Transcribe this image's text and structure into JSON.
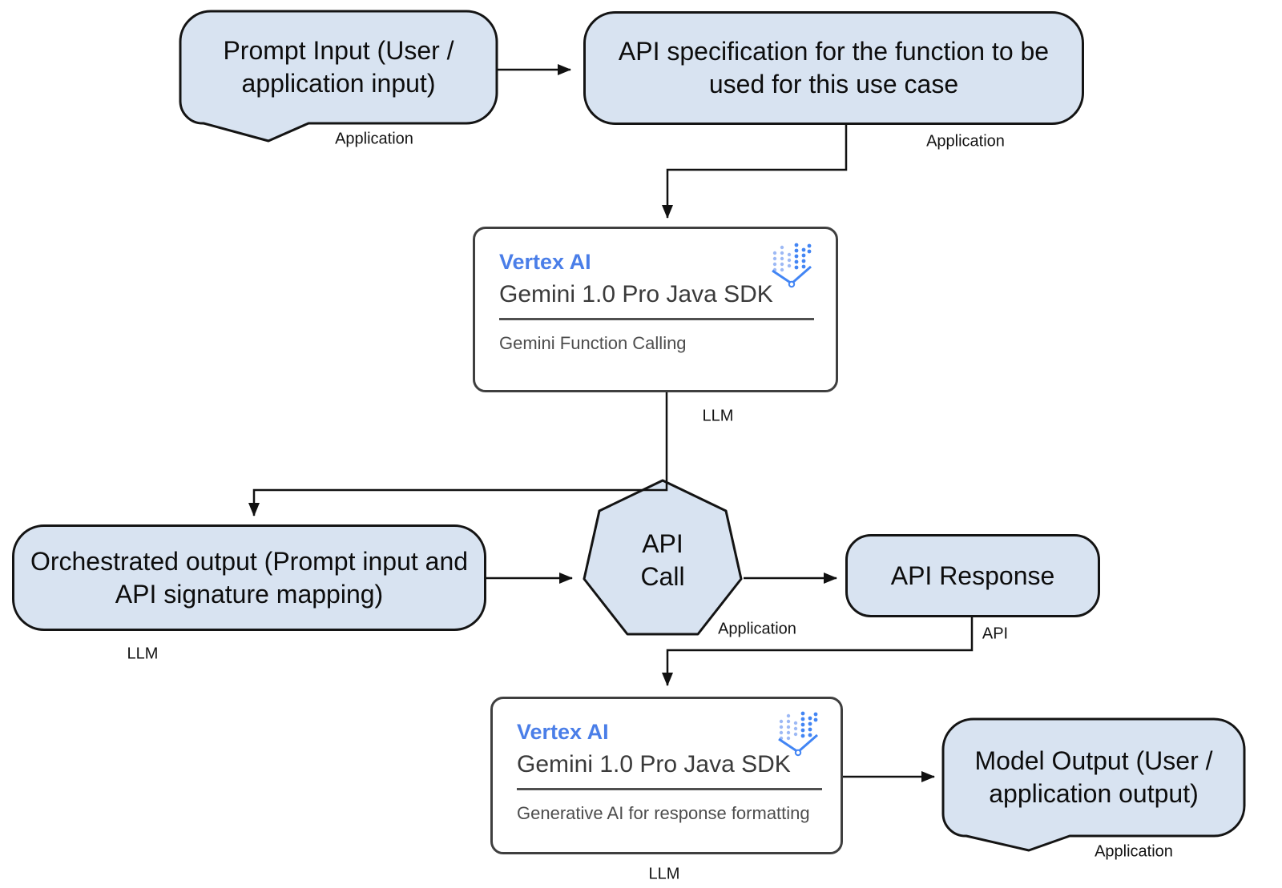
{
  "colors": {
    "node_fill": "#d8e3f1",
    "node_border": "#141414",
    "card_border": "#3f3f3f",
    "vertex_blue": "#4a7ee8",
    "text": "#0d0d0d"
  },
  "nodes": {
    "prompt_input": {
      "label": "Prompt Input (User / application input)",
      "tag": "Application"
    },
    "api_spec": {
      "label": "API specification for the function to be used for this use case",
      "tag": "Application"
    },
    "llm_card_1": {
      "product": "Vertex AI",
      "sdk": "Gemini 1.0 Pro Java SDK",
      "feature": "Gemini Function Calling",
      "tag": "LLM"
    },
    "orchestrated_output": {
      "label": "Orchestrated output (Prompt input and API signature mapping)",
      "tag": "LLM"
    },
    "api_call": {
      "label": "API Call",
      "tag": "Application"
    },
    "api_response": {
      "label": "API Response",
      "tag": "API"
    },
    "llm_card_2": {
      "product": "Vertex AI",
      "sdk": "Gemini 1.0 Pro Java SDK",
      "feature": "Generative AI for response formatting",
      "tag": "LLM"
    },
    "model_output": {
      "label": "Model Output (User / application output)",
      "tag": "Application"
    }
  }
}
